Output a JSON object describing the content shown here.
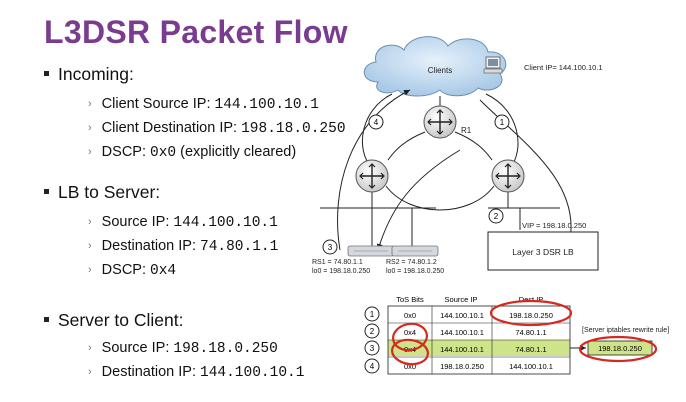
{
  "title": "L3DSR Packet Flow",
  "sections": [
    {
      "heading": "Incoming:",
      "items": [
        {
          "label": "Client Source IP: ",
          "value": "144.100.10.1",
          "note": ""
        },
        {
          "label": "Client Destination IP: ",
          "value": "198.18.0.250",
          "note": ""
        },
        {
          "label": "DSCP: ",
          "value": "0x0",
          "note": "(explicitly cleared)"
        }
      ]
    },
    {
      "heading": "LB to Server:",
      "items": [
        {
          "label": "Source IP: ",
          "value": "144.100.10.1"
        },
        {
          "label": "Destination IP: ",
          "value": "74.80.1.1"
        },
        {
          "label": "DSCP: ",
          "value": "0x4"
        }
      ]
    },
    {
      "heading": "Server to Client:",
      "items": [
        {
          "label": "Source IP: ",
          "value": "198.18.0.250"
        },
        {
          "label": "Destination IP: ",
          "value": "144.100.10.1"
        }
      ]
    }
  ],
  "diagram": {
    "clients_label": "Clients",
    "client_ip": "Client IP= 144.100.10.1",
    "router_label": "R1",
    "vip_label": "VIP = 198.18.0.250",
    "lb_label": "Layer 3 DSR LB",
    "rs1": [
      "RS1 = 74.80.1.1",
      "lo0 = 198.18.0.250"
    ],
    "rs2": [
      "RS2 = 74.80.1.2",
      "lo0 = 198.18.0.250"
    ],
    "step_numbers": [
      "1",
      "2",
      "3",
      "4"
    ],
    "rewrite_note": "[Server iptables rewrite rule]",
    "rewrite_value": "198.18.0.250"
  },
  "table": {
    "headers": [
      "ToS Bits",
      "Source IP",
      "Dest IP"
    ],
    "rows": [
      {
        "num": "1",
        "cells": [
          "0x0",
          "144.100.10.1",
          "198.18.0.250"
        ]
      },
      {
        "num": "2",
        "cells": [
          "0x4",
          "144.100.10.1",
          "74.80.1.1"
        ]
      },
      {
        "num": "3",
        "cells": [
          "0x4",
          "144.100.10.1",
          "74.80.1.1"
        ]
      },
      {
        "num": "4",
        "cells": [
          "0x0",
          "198.18.0.250",
          "144.100.10.1"
        ]
      }
    ]
  },
  "colors": {
    "title": "#7a3c8f",
    "highlight_row": "#cfe38a",
    "circle": "#d42a20"
  }
}
